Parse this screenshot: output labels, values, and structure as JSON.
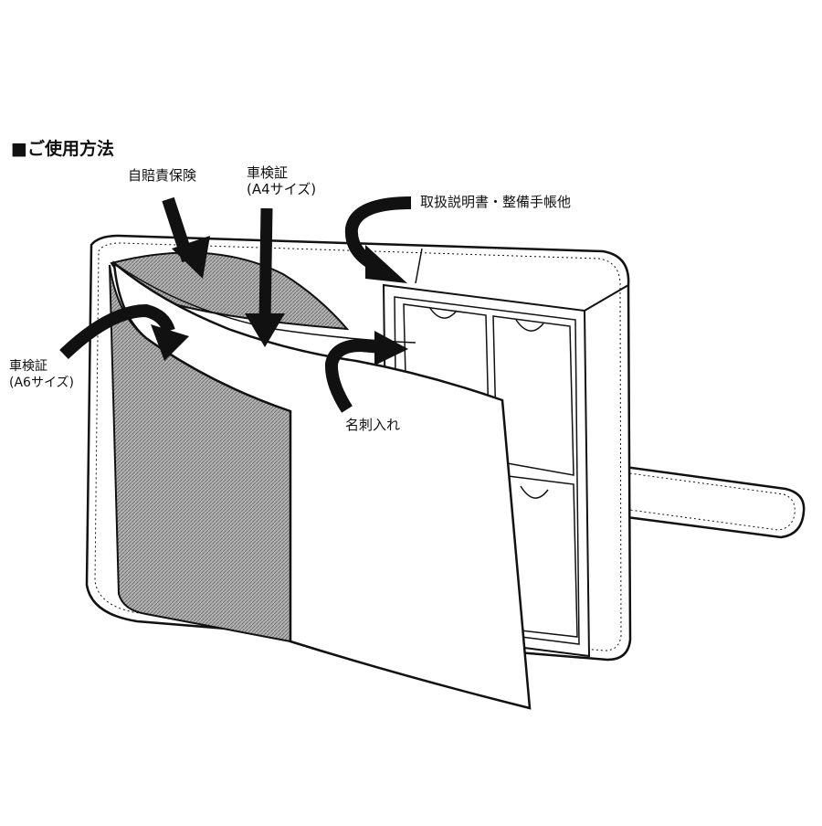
{
  "title": "■ご使用方法",
  "labels": {
    "insurance": "自賠責保険",
    "inspection_a4_line1": "車検証",
    "inspection_a4_line2": "(A4サイズ)",
    "manual": "取扱説明書・整備手帳他",
    "inspection_a6_line1": "車検証",
    "inspection_a6_line2": "(A6サイズ)",
    "card_holder": "名刺入れ"
  },
  "colors": {
    "line": "#111111",
    "hatch": "#8a8a8a",
    "background": "#ffffff"
  },
  "icons": {
    "arrow": "black-arrow-icon"
  }
}
